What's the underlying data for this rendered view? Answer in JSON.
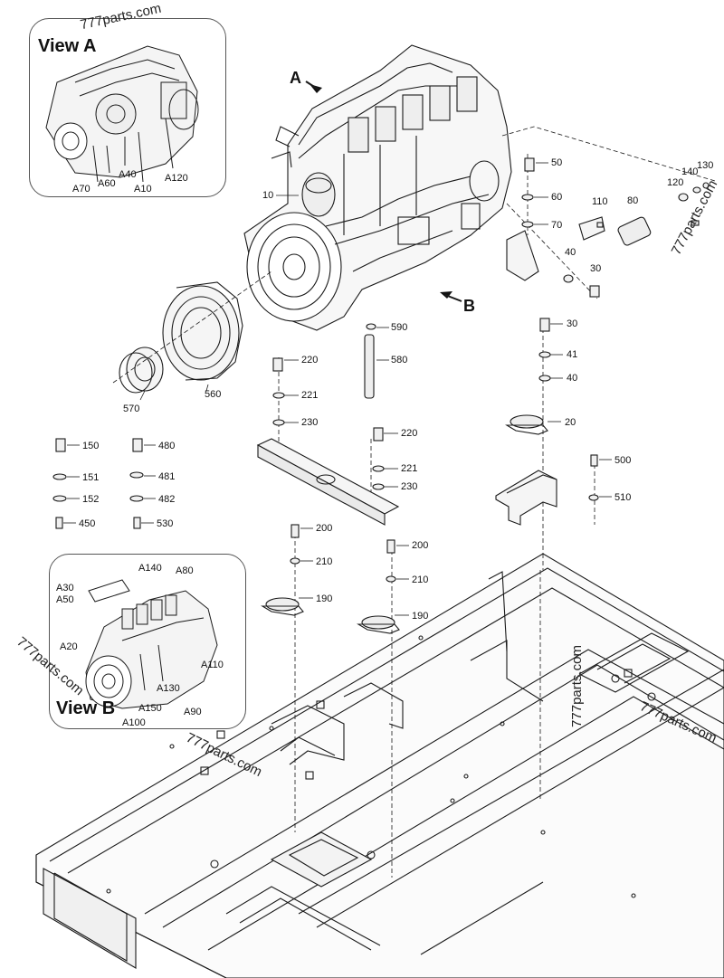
{
  "views": {
    "a": {
      "title": "View A",
      "labels": [
        "A70",
        "A60",
        "A40",
        "A10",
        "A120"
      ]
    },
    "b": {
      "title": "View B",
      "labels": [
        "A140",
        "A80",
        "A30",
        "A50",
        "A20",
        "A110",
        "A130",
        "A150",
        "A100",
        "A90"
      ]
    }
  },
  "arrows": {
    "a": "A",
    "b": "B"
  },
  "watermark": "777parts.com",
  "callouts": {
    "c10": "10",
    "c50": "50",
    "c60": "60",
    "c70": "70",
    "c110": "110",
    "c80": "80",
    "c120": "120",
    "c140": "140",
    "c130": "130",
    "c40a": "40",
    "c30a": "30",
    "c590": "590",
    "c580": "580",
    "c560": "560",
    "c570": "570",
    "c220a": "220",
    "c221a": "221",
    "c230a": "230",
    "c220b": "220",
    "c221b": "221",
    "c230b": "230",
    "c30b": "30",
    "c41": "41",
    "c40b": "40",
    "c20": "20",
    "c150": "150",
    "c151": "151",
    "c152": "152",
    "c450": "450",
    "c480": "480",
    "c481": "481",
    "c482": "482",
    "c530": "530",
    "c500": "500",
    "c510": "510",
    "c200a": "200",
    "c210a": "210",
    "c190a": "190",
    "c200b": "200",
    "c210b": "210",
    "c190b": "190"
  }
}
